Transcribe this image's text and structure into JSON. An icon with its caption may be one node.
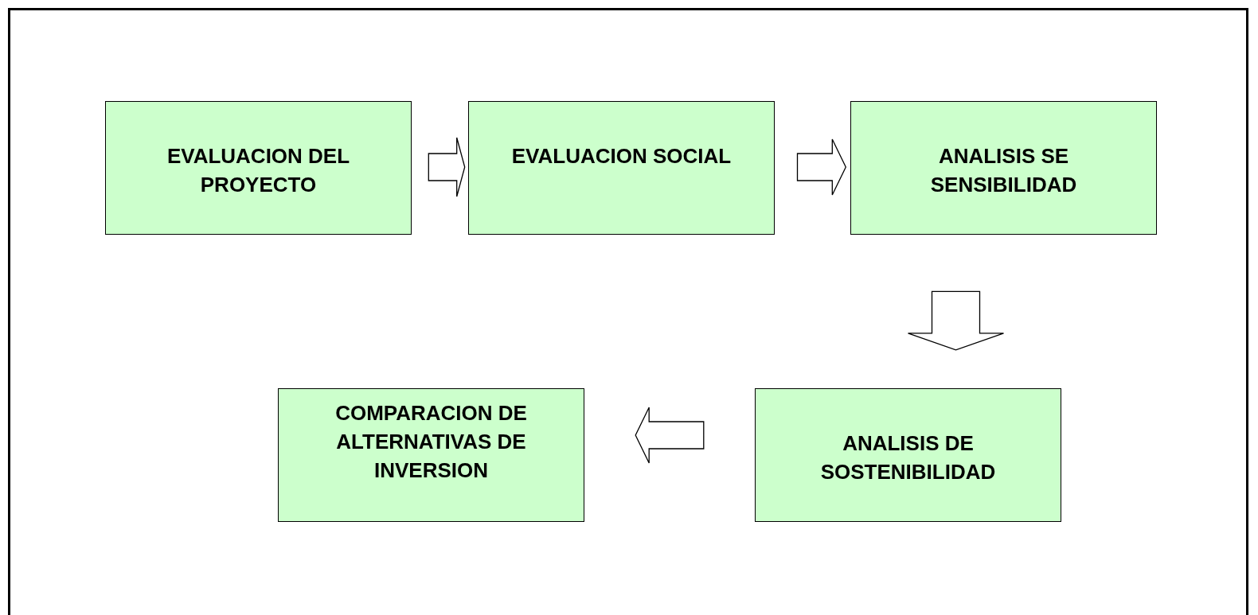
{
  "diagram": {
    "nodes": [
      {
        "text": [
          "EVALUACION DEL PROYECTO"
        ]
      },
      {
        "text": [
          "EVALUACION SOCIAL"
        ]
      },
      {
        "text": [
          "ANALISIS SE SENSIBILIDAD"
        ]
      },
      {
        "text": [
          "ANALISIS DE SOSTENIBILIDAD"
        ]
      },
      {
        "text": [
          "COMPARACION DE ALTERNATIVAS DE INVERSION"
        ]
      }
    ],
    "edges": [
      {
        "from": 0,
        "to": 1,
        "arrow": "to"
      },
      {
        "from": 1,
        "to": 2,
        "arrow": "to"
      },
      {
        "from": 2,
        "to": 3,
        "arrow": "to"
      },
      {
        "from": 3,
        "to": 4,
        "arrow": "to"
      }
    ]
  }
}
